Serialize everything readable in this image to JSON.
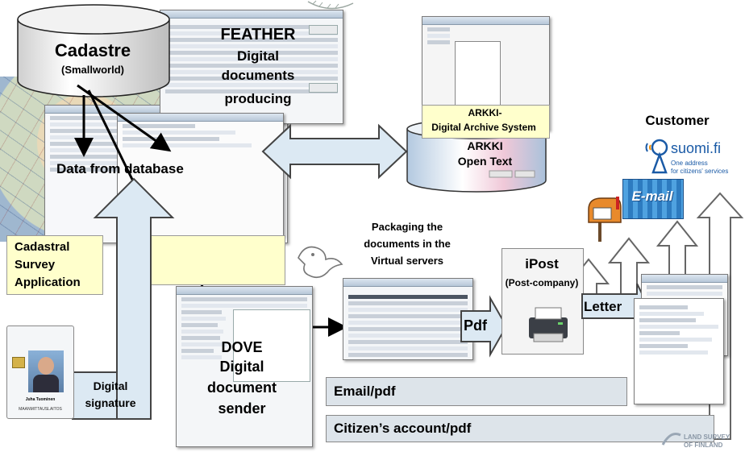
{
  "cadastre": {
    "title": "Cadastre",
    "subtitle": "(Smallworld)"
  },
  "feather": {
    "title": "FEATHER",
    "line1": "Digital",
    "line2": "documents",
    "line3": "producing"
  },
  "database": {
    "label": "Data from database"
  },
  "cadastral_app": {
    "line1": "Cadastral",
    "line2": "Survey",
    "line3": "Application"
  },
  "arkki": {
    "title_line1": "ARKKI-",
    "title_line2": "Digital Archive System",
    "drum_line1": "ARKKI",
    "drum_line2": "Open Text"
  },
  "customer": {
    "label": "Customer"
  },
  "suomi": {
    "logo": "suomi.fi",
    "tagline_line1": "One address",
    "tagline_line2": "for citizens' services"
  },
  "email_logo": {
    "text": "E-mail"
  },
  "packaging": {
    "line1": "Packaging the",
    "line2": "documents in the",
    "line3": "Virtual servers"
  },
  "ipost": {
    "title": "iPost",
    "subtitle": "(Post-company)"
  },
  "pdf": {
    "label": "Pdf"
  },
  "letter": {
    "label": "Letter"
  },
  "dove": {
    "line1": "DOVE",
    "line2": "Digital",
    "line3": "document",
    "line4": "sender"
  },
  "digital_signature": {
    "line1": "Digital",
    "line2": "signature"
  },
  "id_card": {
    "name": "Juha Tuominen",
    "org": "MAANMITTAUSLAITOS"
  },
  "channels": {
    "email_pdf": "Email/pdf",
    "citizen_pdf": "Citizen’s account/pdf"
  },
  "footer_logo": {
    "line1": "LAND SURVEY",
    "line2": "OF FINLAND"
  },
  "colors": {
    "arrow_fill": "#dce9f3",
    "arrow_stroke": "#444444",
    "app_label_bg": "#ffffcc",
    "arkki_label_bg": "#ffffcc",
    "suomi_blue": "#1a5aa6"
  }
}
